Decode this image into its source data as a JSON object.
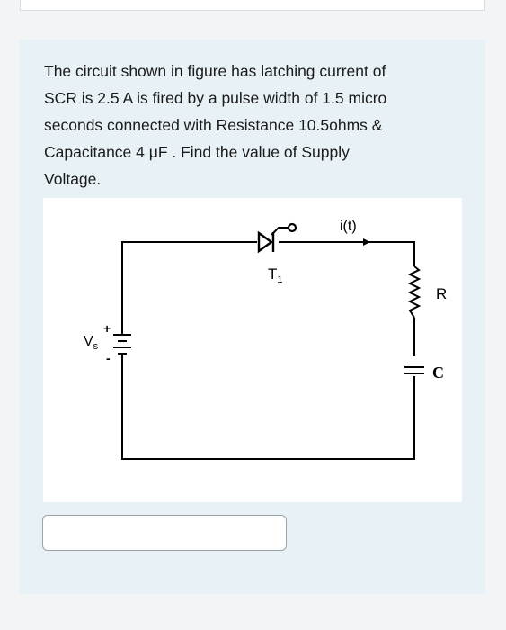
{
  "question": {
    "text": "The circuit shown in figure has latching current of\nSCR is 2.5 A is fired by a pulse width of 1.5 micro\nseconds  connected with Resistance 10.5ohms &\nCapacitance 4 μF . Find the value of Supply\nVoltage."
  },
  "circuit": {
    "current_label": "i(t)",
    "thyristor_label": "T",
    "thyristor_subscript": "1",
    "source_label": "V",
    "source_subscript": "s",
    "plus_sign": "+",
    "minus_sign": "-",
    "resistor_label": "R",
    "capacitor_label": "C"
  },
  "answer": {
    "value": ""
  }
}
